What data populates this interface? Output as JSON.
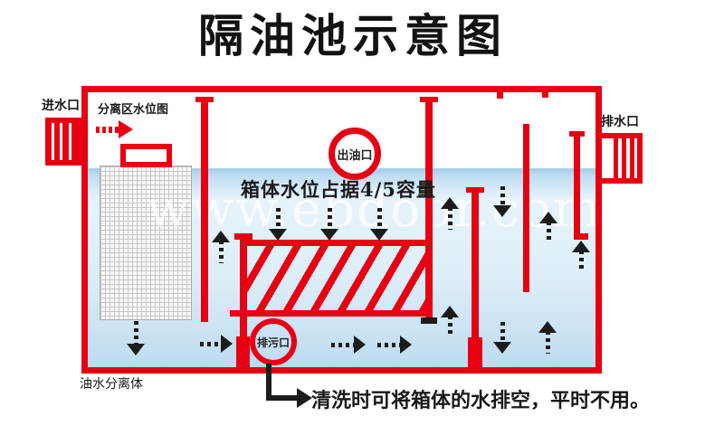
{
  "title": "隔油池示意图",
  "tank": {
    "inlet_label": "进水口",
    "outlet_label": "排水口",
    "separation_zone_label": "分离区水位图",
    "oil_outlet_label": "出油口",
    "water_level_label": "箱体水位占据4/5容量",
    "drain_outlet_label": "排污口",
    "separator_body_label": "油水分离体"
  },
  "note": "清洗时可将箱体的水排空，平时不用。",
  "watermark": "www.ebdoor.com",
  "colors": {
    "pipe_red": "#e60012",
    "arrow_black": "#1c1c1c",
    "mesh_gray": "#c7c7c7",
    "water_surface_blue": "#a6cfe9",
    "water_light_blue": "#e6f3fb"
  }
}
